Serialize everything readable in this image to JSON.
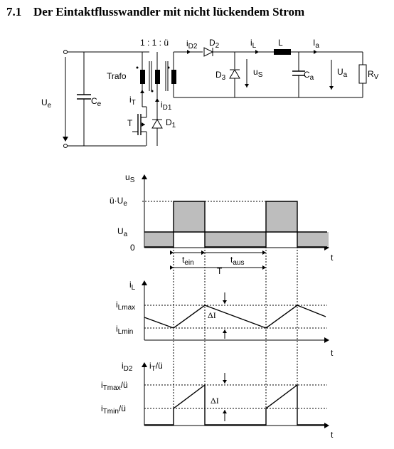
{
  "section": {
    "number": "7.1",
    "title": "Der Eintaktflusswandler mit nicht lückendem Strom"
  },
  "circuit": {
    "ratio": "1 : 1 : ü",
    "trafo": "Trafo",
    "Ue": "U",
    "Ue_sub": "e",
    "Ce": "C",
    "Ce_sub": "e",
    "iT": "i",
    "iT_sub": "T",
    "T": "T",
    "iD1": "i",
    "iD1_sub": "D1",
    "D1": "D",
    "D1_sub": "1",
    "iD2": "i",
    "iD2_sub": "D2",
    "D2": "D",
    "D2_sub": "2",
    "D3": "D",
    "D3_sub": "3",
    "uS": "u",
    "uS_sub": "S",
    "iL": "i",
    "iL_sub": "L",
    "L": "L",
    "Ia": "I",
    "Ia_sub": "a",
    "Ca": "C",
    "Ca_sub": "a",
    "Ua": "U",
    "Ua_sub": "a",
    "RV": "R",
    "RV_sub": "V"
  },
  "plot1": {
    "y_axis": "u",
    "y_axis_sub": "S",
    "level_high": "ü·U",
    "level_high_sub": "e",
    "level_mid": "U",
    "level_mid_sub": "a",
    "zero": "0",
    "t": "t",
    "t_on": "t",
    "t_on_sub": "ein",
    "t_off": "t",
    "t_off_sub": "aus",
    "period": "T"
  },
  "plot2": {
    "y_axis": "i",
    "y_axis_sub": "L",
    "max": "i",
    "max_sub": "Lmax",
    "min": "i",
    "min_sub": "Lmin",
    "delta": "ΔI",
    "t": "t"
  },
  "plot3": {
    "y_axis_a": "i",
    "y_axis_a_sub": "D2",
    "y_axis_b": "i",
    "y_axis_b_sub": "T",
    "y_axis_b_suffix": "/ü",
    "max": "i",
    "max_sub": "Tmax",
    "max_suffix": "/ü",
    "min": "i",
    "min_sub": "Tmin",
    "min_suffix": "/ü",
    "delta": "ΔI",
    "t": "t"
  },
  "colors": {
    "fill": "#bdbdbd",
    "line": "#000000"
  }
}
